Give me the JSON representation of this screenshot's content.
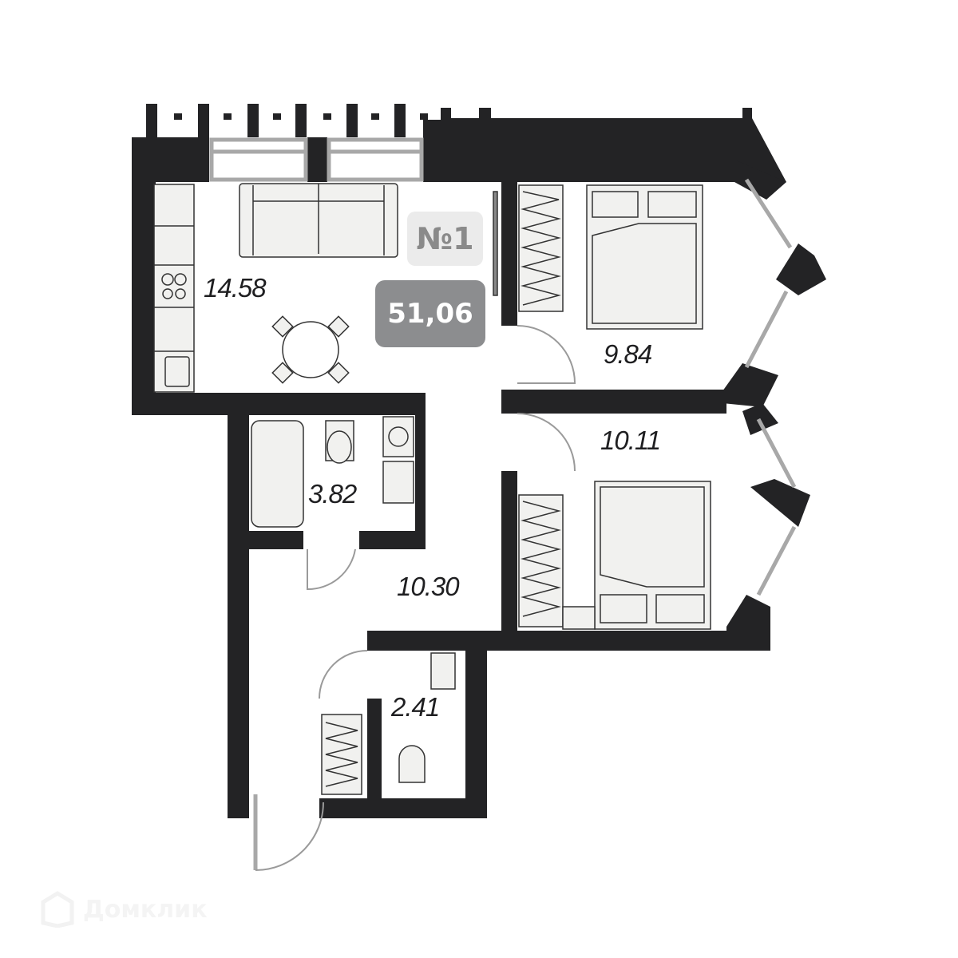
{
  "plan": {
    "apartment_number": "№1",
    "total_area": "51,06",
    "rooms": [
      {
        "name": "kitchen-living",
        "area": "14.58"
      },
      {
        "name": "bedroom-1",
        "area": "9.84"
      },
      {
        "name": "bedroom-2",
        "area": "10.11"
      },
      {
        "name": "bathroom",
        "area": "3.82"
      },
      {
        "name": "hallway",
        "area": "10.30"
      },
      {
        "name": "toilet",
        "area": "2.41"
      }
    ]
  },
  "watermark": "Домклик",
  "colors": {
    "wall": "#232325",
    "furniture": "#f1f1ef",
    "badge_light": "#ebebeb",
    "badge_dark": "#8c8d8f",
    "window": "#a8a8a8"
  }
}
